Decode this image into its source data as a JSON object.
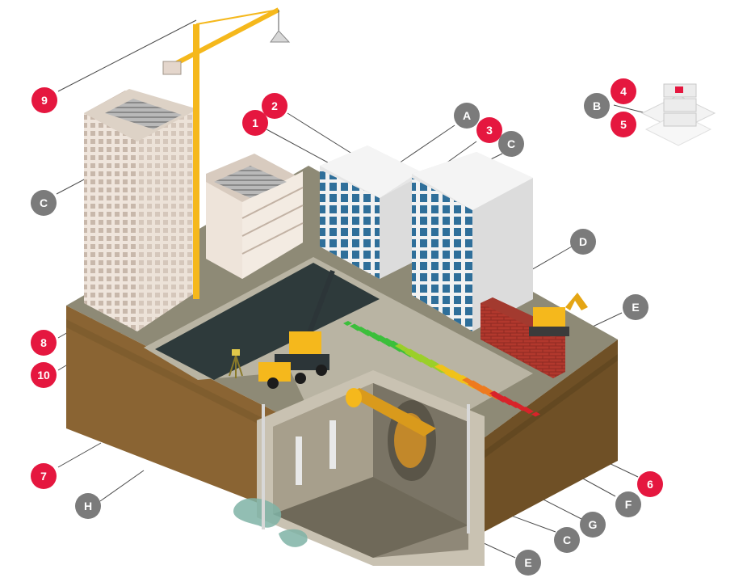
{
  "colors": {
    "red_marker": "#e5173f",
    "gray_marker": "#7b7b7b",
    "soil": "#8a6433",
    "grass": "#8e8a76",
    "crane": "#f5b81c",
    "asphalt": "#2e3a3b"
  },
  "markers": [
    {
      "id": "m9",
      "label": "9",
      "color": "red"
    },
    {
      "id": "m2",
      "label": "2",
      "color": "red"
    },
    {
      "id": "m1",
      "label": "1",
      "color": "red"
    },
    {
      "id": "mA",
      "label": "A",
      "color": "gray"
    },
    {
      "id": "m3",
      "label": "3",
      "color": "red"
    },
    {
      "id": "mC1",
      "label": "C",
      "color": "gray"
    },
    {
      "id": "mC2",
      "label": "C",
      "color": "gray"
    },
    {
      "id": "mD",
      "label": "D",
      "color": "gray"
    },
    {
      "id": "mE1",
      "label": "E",
      "color": "gray"
    },
    {
      "id": "m8",
      "label": "8",
      "color": "red"
    },
    {
      "id": "m10",
      "label": "10",
      "color": "red"
    },
    {
      "id": "m7",
      "label": "7",
      "color": "red"
    },
    {
      "id": "mH",
      "label": "H",
      "color": "gray"
    },
    {
      "id": "m6",
      "label": "6",
      "color": "red"
    },
    {
      "id": "mF",
      "label": "F",
      "color": "gray"
    },
    {
      "id": "mG",
      "label": "G",
      "color": "gray"
    },
    {
      "id": "mC3",
      "label": "C",
      "color": "gray"
    },
    {
      "id": "mE2",
      "label": "E",
      "color": "gray"
    },
    {
      "id": "m4",
      "label": "4",
      "color": "red"
    },
    {
      "id": "mB",
      "label": "B",
      "color": "gray"
    },
    {
      "id": "m5",
      "label": "5",
      "color": "red"
    }
  ]
}
